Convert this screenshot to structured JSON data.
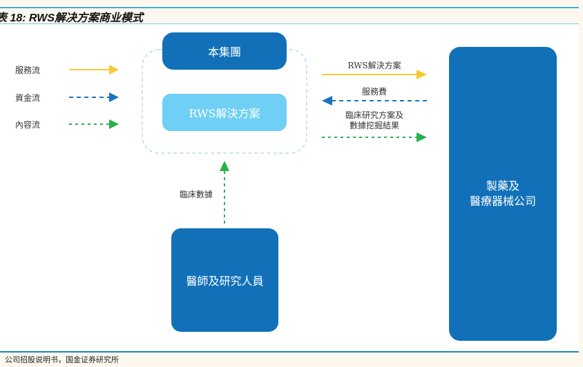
{
  "title": "表 18: RWS解决方案商业模式",
  "legend": [
    {
      "label": "服務流",
      "color": "#f9c832"
    },
    {
      "label": "資金流",
      "color": "#1a73c0"
    },
    {
      "label": "內容流",
      "color": "#27b04d"
    }
  ],
  "nodes": {
    "group": "本集團",
    "rws": "RWS解決方案",
    "pharma_line1": "製藥及",
    "pharma_line2": "醫療器械公司",
    "doctors": "醫師及研究人員"
  },
  "edges": {
    "rws_to_pharma": "RWS解決方案",
    "fee": "服務費",
    "results_line1": "臨床研究方案及",
    "results_line2": "數據挖掘結果",
    "clinical_data": "臨床數據"
  },
  "footer": "公司招股说明书，国金证券研究所"
}
